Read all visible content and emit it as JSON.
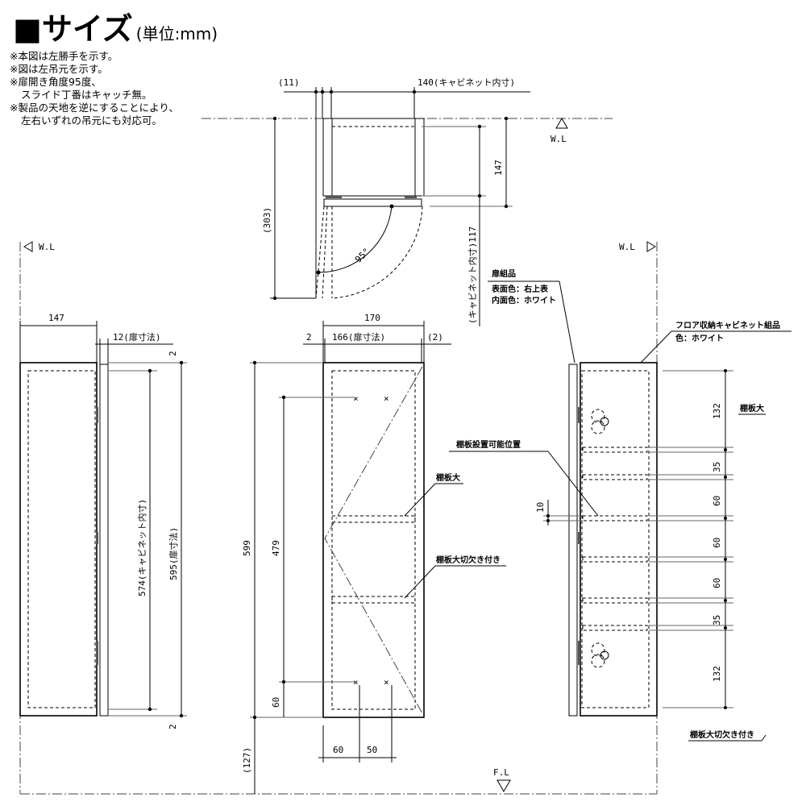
{
  "header": {
    "title": "■サイズ",
    "unit": "(単位:mm)"
  },
  "notes": [
    "※本図は左勝手を示す。",
    "※図は左吊元を示す。",
    "※扉開き角度95度、",
    "スライド丁番はキャッチ無。",
    "※製品の天地を逆にすることにより、",
    "左右いずれの吊元にも対応可。"
  ],
  "plan_view": {
    "dim_11": "(11)",
    "dim_140": "140(キャビネット内寸)",
    "dim_303": "(303)",
    "dim_147": "147",
    "dim_117": "(キャビネット内寸)117",
    "angle": "95°",
    "wl": "W.L"
  },
  "side_view_left": {
    "wl": "W.L",
    "dim_147": "147",
    "dim_12": "12(扉寸法)",
    "dim_top": "2",
    "dim_bottom": "2",
    "dim_574": "574(キャビネット内寸)",
    "dim_595": "595(扉寸法)"
  },
  "front_view": {
    "dim_170": "170",
    "dim_2_left": "2",
    "dim_166": "166(扉寸法)",
    "dim_2_right": "(2)",
    "dim_599": "599",
    "dim_479": "479",
    "dim_60_v": "60",
    "dim_127": "(127)",
    "dim_60_h": "60",
    "dim_50_h": "50",
    "label_shelf": "棚板大",
    "label_shelf_cut": "棚板大切欠き付き",
    "label_shelf_positions": "棚板設置可能位置",
    "fl": "F.L"
  },
  "side_view_right": {
    "wl": "W.L",
    "door_assembly": "扉組品",
    "surface_color": "表面色：右上表",
    "inner_color": "内面色：ホワイト",
    "cabinet_assembly": "フロア収納キャビネット組品",
    "cabinet_color": "色：ホワイト",
    "dim_10": "10",
    "label_shelf": "棚板大",
    "label_shelf_cut": "棚板大切欠き付き",
    "dims": [
      "132",
      "35",
      "60",
      "60",
      "60",
      "35",
      "132"
    ]
  }
}
